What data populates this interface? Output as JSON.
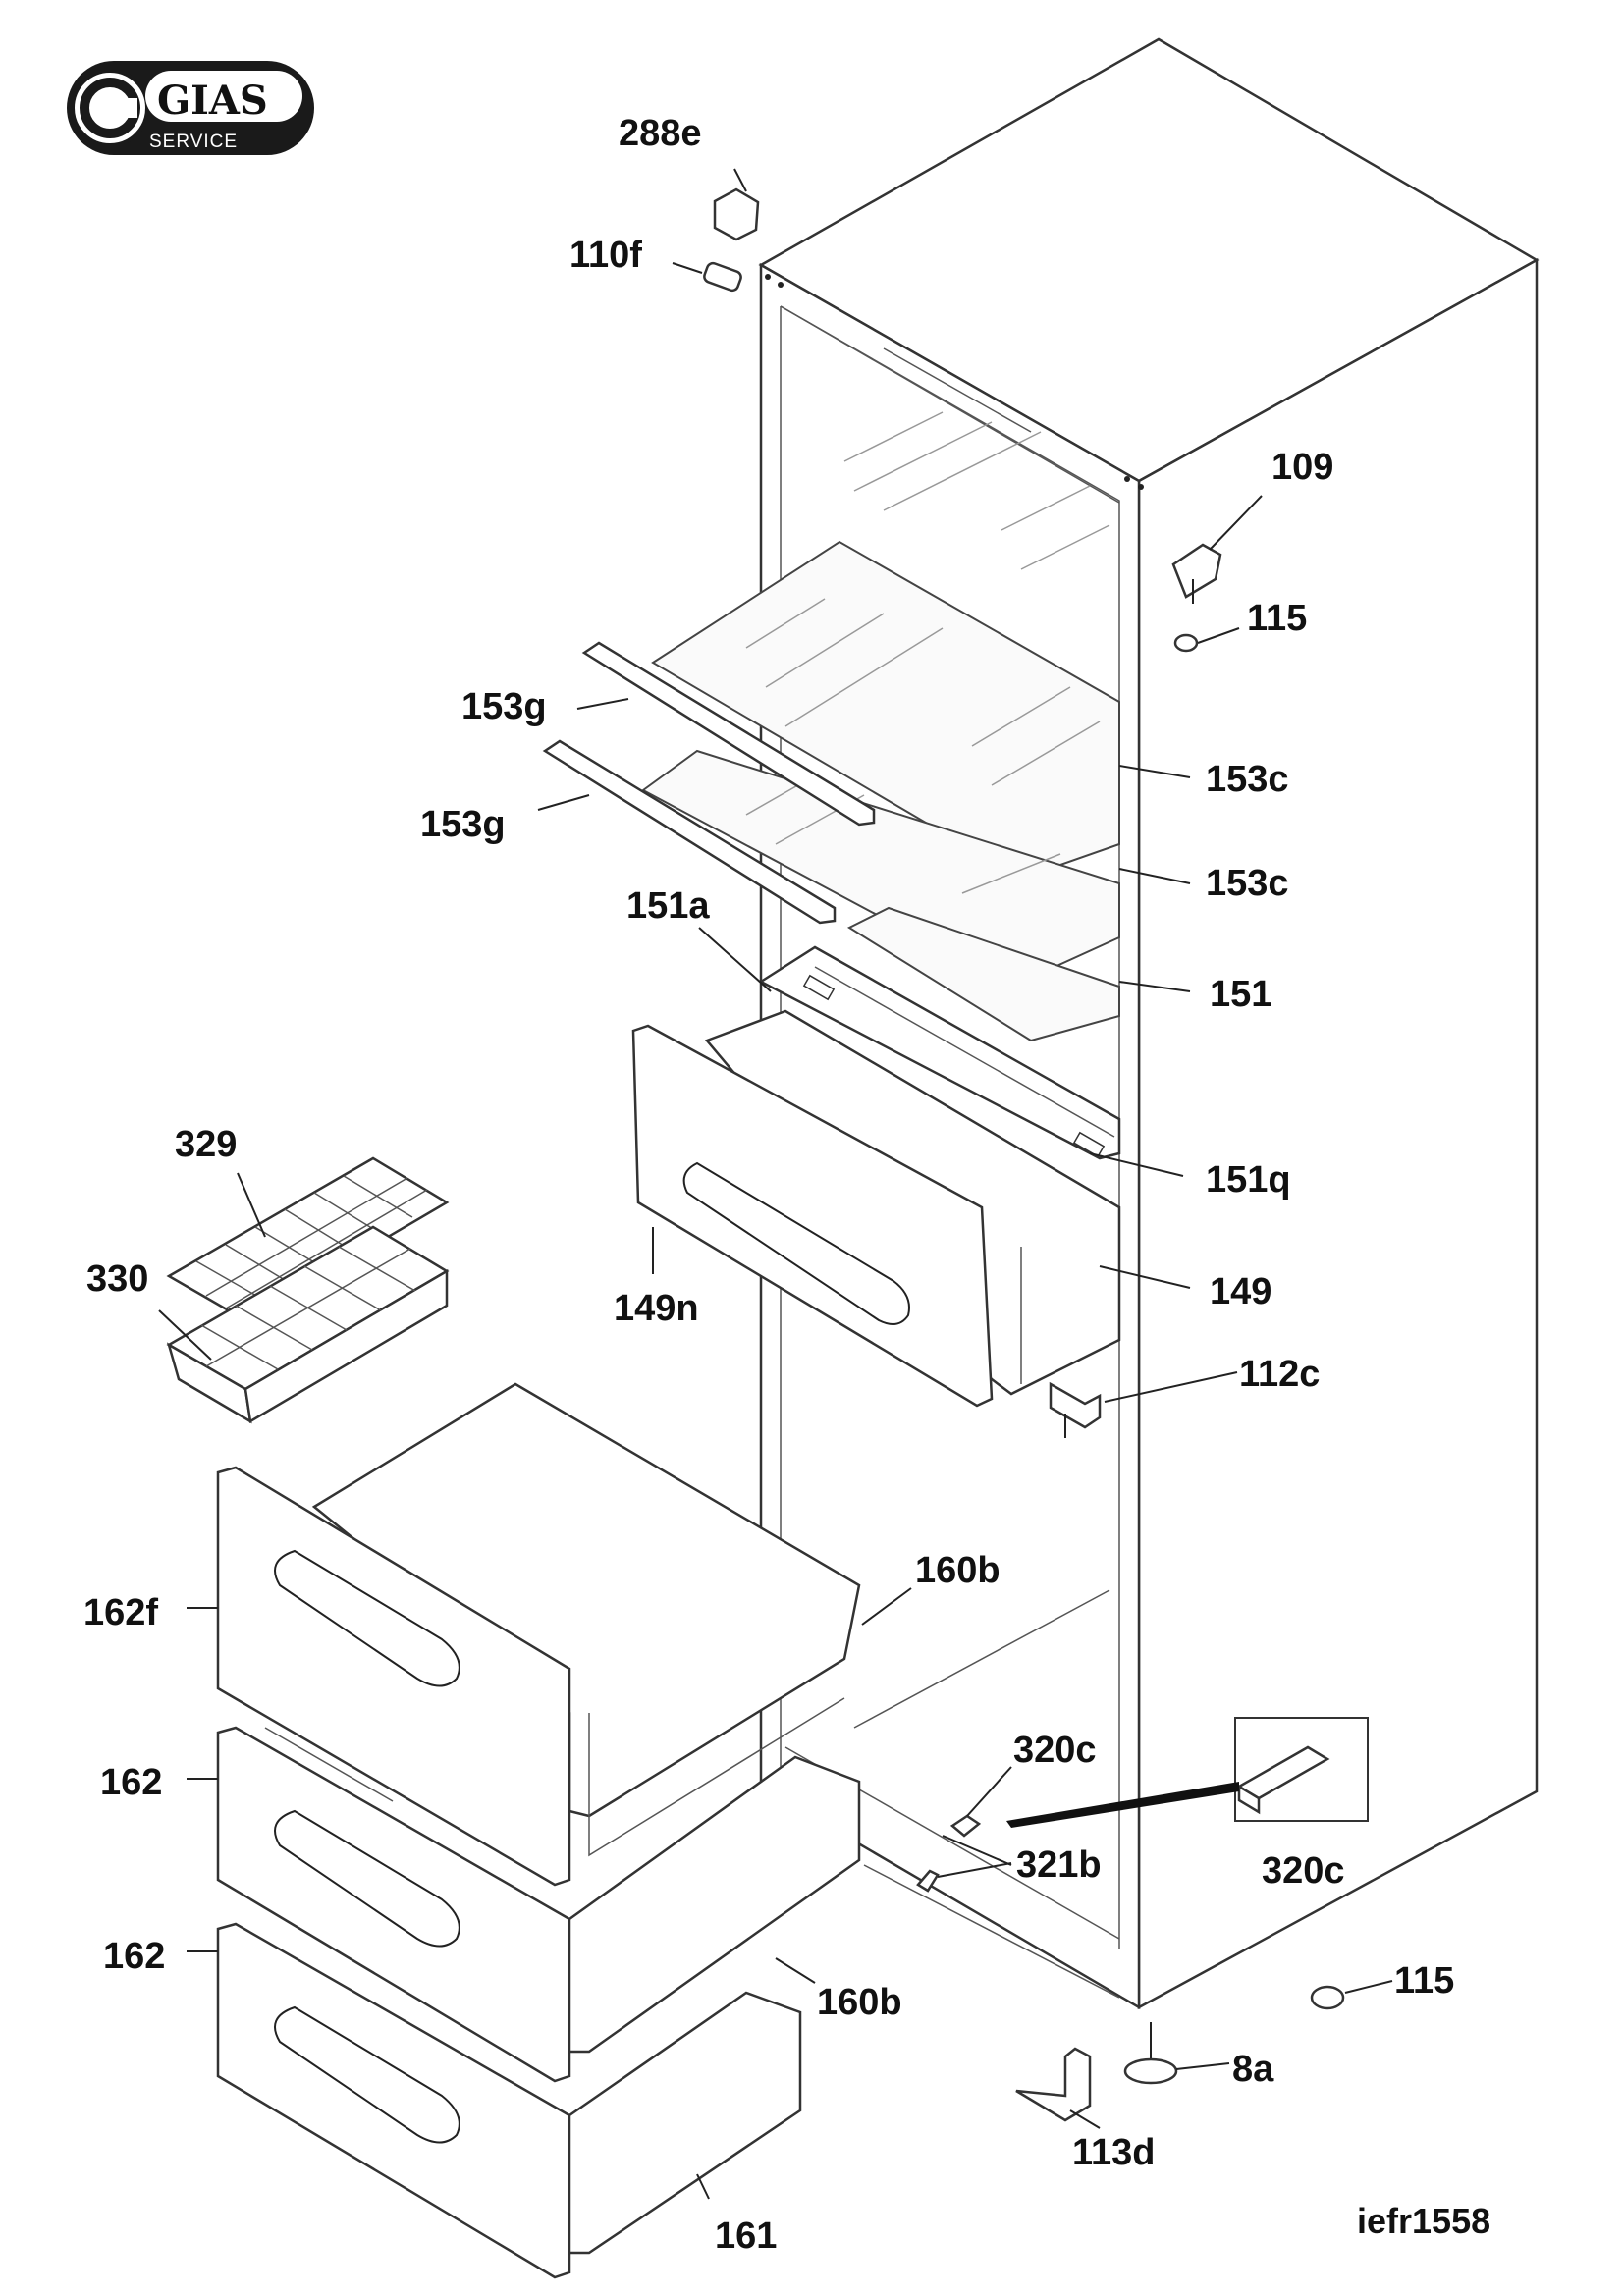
{
  "logo": {
    "brand": "GIAS",
    "sub": "SERVICE"
  },
  "drawing_code": "iefr1558",
  "parts": [
    {
      "key": "p288e",
      "label": "288e"
    },
    {
      "key": "p110f",
      "label": "110f"
    },
    {
      "key": "p109",
      "label": "109"
    },
    {
      "key": "p115a",
      "label": "115"
    },
    {
      "key": "p153g1",
      "label": "153g"
    },
    {
      "key": "p153g2",
      "label": "153g"
    },
    {
      "key": "p153c1",
      "label": "153c"
    },
    {
      "key": "p153c2",
      "label": "153c"
    },
    {
      "key": "p151a",
      "label": "151a"
    },
    {
      "key": "p151",
      "label": "151"
    },
    {
      "key": "p151q",
      "label": "151q"
    },
    {
      "key": "p329",
      "label": "329"
    },
    {
      "key": "p330",
      "label": "330"
    },
    {
      "key": "p149n",
      "label": "149n"
    },
    {
      "key": "p149",
      "label": "149"
    },
    {
      "key": "p112c",
      "label": "112c"
    },
    {
      "key": "p162f",
      "label": "162f"
    },
    {
      "key": "p160b1",
      "label": "160b"
    },
    {
      "key": "p320c1",
      "label": "320c"
    },
    {
      "key": "p321b",
      "label": "321b"
    },
    {
      "key": "p320c2",
      "label": "320c"
    },
    {
      "key": "p162a",
      "label": "162"
    },
    {
      "key": "p162b",
      "label": "162"
    },
    {
      "key": "p160b2",
      "label": "160b"
    },
    {
      "key": "p115b",
      "label": "115"
    },
    {
      "key": "p8a",
      "label": "8a"
    },
    {
      "key": "p113d",
      "label": "113d"
    },
    {
      "key": "p161",
      "label": "161"
    }
  ]
}
